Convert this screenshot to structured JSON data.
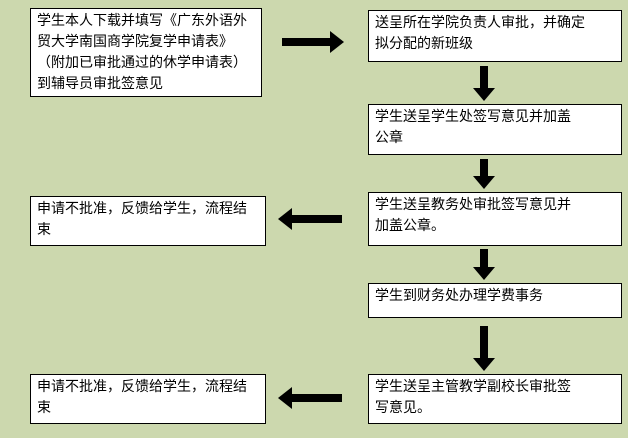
{
  "flowchart": {
    "colors": {
      "background": "#ccd8ae",
      "box_fill": "#ffffff",
      "box_border": "#000000",
      "arrow": "#000000"
    },
    "boxes": [
      {
        "name": "download-form",
        "text": "学生本人下载并填写《广东外语外\n贸大学南国商学院复学申请表》\n（附加已审批通过的休学申请表）\n到辅导员审批签意见"
      },
      {
        "name": "college-leader-approval",
        "text": "送呈所在学院负责人审批，并确定\n拟分配的新班级"
      },
      {
        "name": "student-affairs-office",
        "text": "学生送呈学生处签写意见并加盖\n公章"
      },
      {
        "name": "academic-affairs-office",
        "text": "学生送呈教务处审批签写意见并\n加盖公章。"
      },
      {
        "name": "finance-office",
        "text": "学生到财务处办理学费事务"
      },
      {
        "name": "vice-president-approval",
        "text": "学生送呈主管教学副校长审批签\n写意见。"
      },
      {
        "name": "reject-upper",
        "text": "申请不批准，反馈给学生，流程结\n束"
      },
      {
        "name": "reject-lower",
        "text": "申请不批准，反馈给学生，流程结\n束"
      }
    ]
  }
}
